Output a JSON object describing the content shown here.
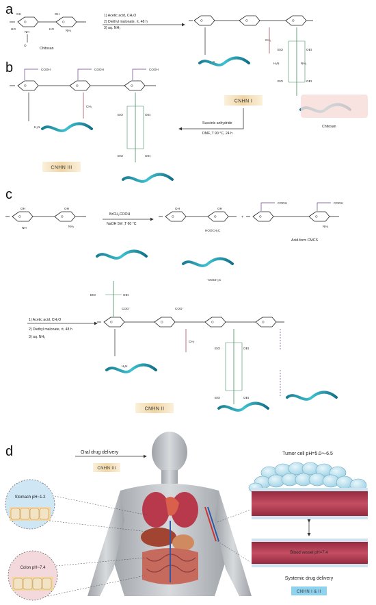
{
  "panels": {
    "a": "a",
    "b": "b",
    "c": "c",
    "d": "d"
  },
  "a": {
    "chitosan_label": "Chitosan",
    "steps": [
      "1) Acetic acid, CH₂O",
      "2) Diethyl malonate, rt, 48 h",
      "3) aq. NH₃"
    ],
    "product_box": "CNHN I",
    "chitosan_box_label": "Chitosan"
  },
  "b": {
    "reagent": "Succinic anhydride",
    "conditions": "DMF, T 90 °C, 24 h",
    "product_box": "CNHN III"
  },
  "c": {
    "reagent": "BrCH₂COOH",
    "conditions": "NaOH 5M ,T 60 °C",
    "acid_form_label": "Acid-form CMCS",
    "steps": [
      "1) Acetic acid, CH₂O",
      "2) Diethyl malonate, rt, 48 h",
      "3) aq. NH₃"
    ],
    "product_box": "CNHN II"
  },
  "d": {
    "oral": "Oral drug delivery",
    "oral_box": "CNHN III",
    "stomach": "Stomach pH~1.2",
    "colon": "Colon pH~7.4",
    "tumor": "Tumor cell pH=5.0～6.5",
    "vessel": "Blood vessel pH=7.4",
    "systemic": "Systemic drug delivery",
    "systemic_box": "CNHN I & II"
  },
  "colors": {
    "teal": "#2aa6b8",
    "purple": "#6a3d8a",
    "green": "#3f8a5a",
    "box": "#f3dfb8",
    "redvessel": "#b1384e"
  }
}
